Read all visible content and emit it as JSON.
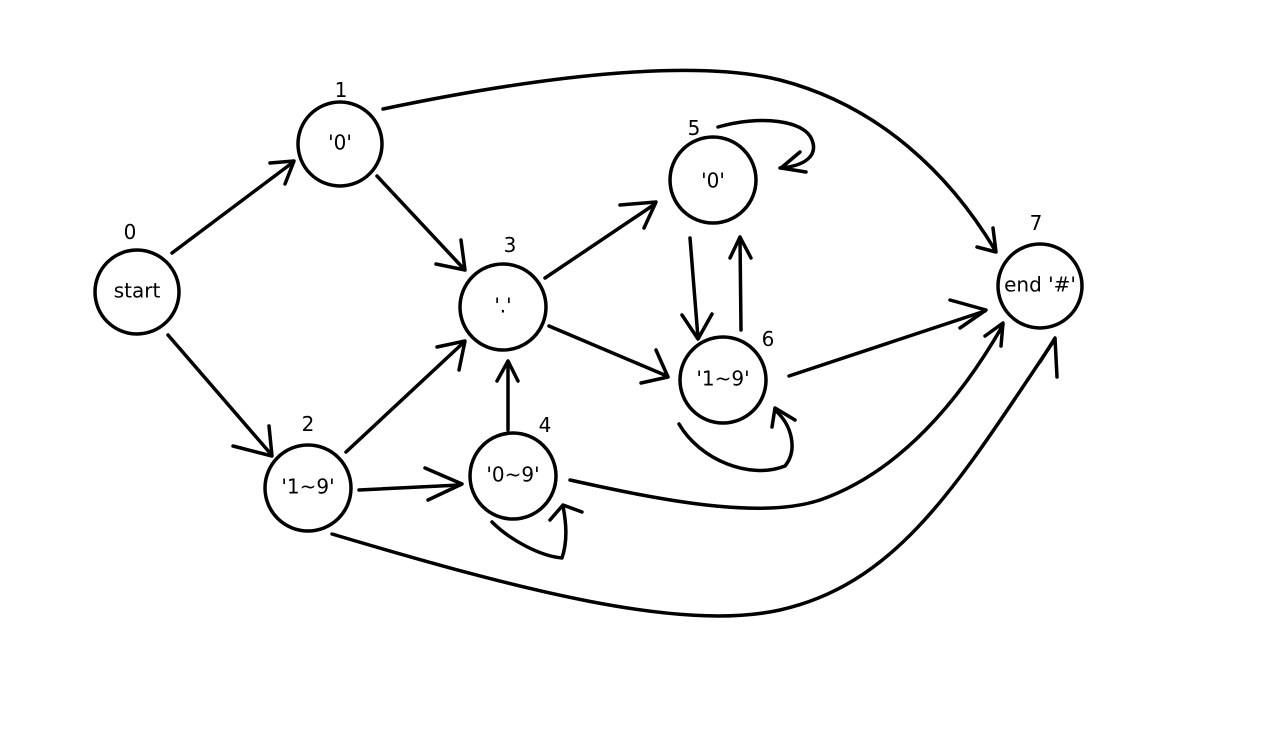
{
  "diagram": {
    "nodes": [
      {
        "id": "0",
        "index_label": "0",
        "label": "start"
      },
      {
        "id": "1",
        "index_label": "1",
        "label": "'0'"
      },
      {
        "id": "2",
        "index_label": "2",
        "label": "'1~9'"
      },
      {
        "id": "3",
        "index_label": "3",
        "label": "'.'"
      },
      {
        "id": "4",
        "index_label": "4",
        "label": "'0~9'"
      },
      {
        "id": "5",
        "index_label": "5",
        "label": "'0'"
      },
      {
        "id": "6",
        "index_label": "6",
        "label": "'1~9'"
      },
      {
        "id": "7",
        "index_label": "7",
        "label": "end '#'"
      }
    ],
    "edges": [
      {
        "from": "0",
        "to": "1"
      },
      {
        "from": "0",
        "to": "2"
      },
      {
        "from": "1",
        "to": "3"
      },
      {
        "from": "1",
        "to": "7"
      },
      {
        "from": "2",
        "to": "3"
      },
      {
        "from": "2",
        "to": "4"
      },
      {
        "from": "2",
        "to": "7"
      },
      {
        "from": "4",
        "to": "3"
      },
      {
        "from": "4",
        "to": "4"
      },
      {
        "from": "4",
        "to": "7"
      },
      {
        "from": "3",
        "to": "5"
      },
      {
        "from": "3",
        "to": "6"
      },
      {
        "from": "5",
        "to": "5"
      },
      {
        "from": "5",
        "to": "6"
      },
      {
        "from": "6",
        "to": "5"
      },
      {
        "from": "6",
        "to": "6"
      },
      {
        "from": "6",
        "to": "7"
      }
    ]
  }
}
